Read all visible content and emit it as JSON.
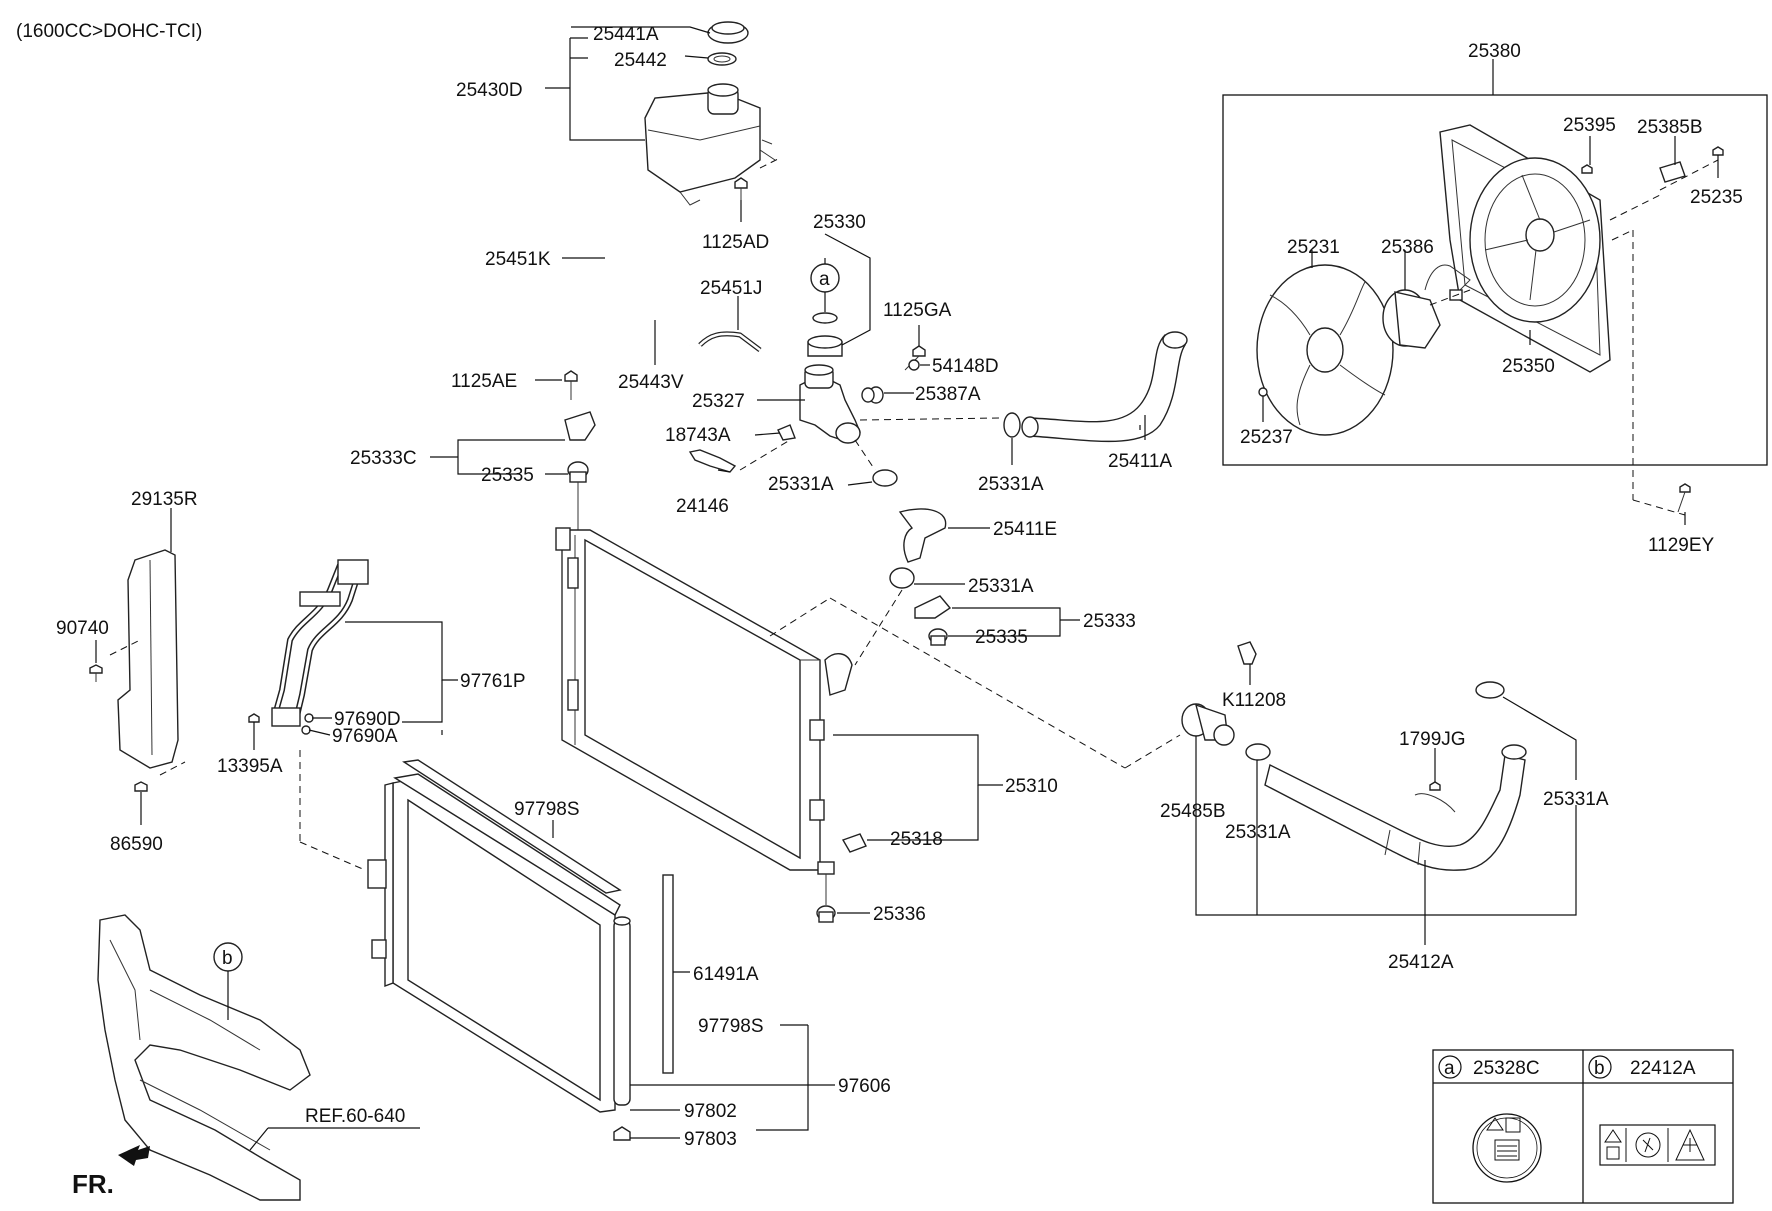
{
  "header": {
    "engine_note": "(1600CC>DOHC-TCI)"
  },
  "labels": {
    "l25441A": "25441A",
    "l25442": "25442",
    "l25430D": "25430D",
    "l1125AD": "1125AD",
    "l25451K": "25451K",
    "l25330": "25330",
    "l25451J": "25451J",
    "l1125GA": "1125GA",
    "l25443V": "25443V",
    "l54148D": "54148D",
    "l1125AE": "1125AE",
    "l25327": "25327",
    "l25387A": "25387A",
    "l18743A": "18743A",
    "l25333C": "25333C",
    "l25335a": "25335",
    "l24146": "24146",
    "l25331A_1": "25331A",
    "l25331A_2": "25331A",
    "l25411A": "25411A",
    "l29135R": "29135R",
    "l25411E": "25411E",
    "l90740": "90740",
    "l25331A_3": "25331A",
    "l25333": "25333",
    "l25335b": "25335",
    "l97761P": "97761P",
    "l97690D": "97690D",
    "l97690A": "97690A",
    "l13395A": "13395A",
    "l86590": "86590",
    "l97798S_1": "97798S",
    "l25310": "25310",
    "l25318": "25318",
    "l25336": "25336",
    "l61491A": "61491A",
    "l97798S_2": "97798S",
    "l97606": "97606",
    "l97802": "97802",
    "l97803": "97803",
    "lRef": "REF.60-640",
    "lFR": "FR.",
    "l25380": "25380",
    "l25395": "25395",
    "l25385B": "25385B",
    "l25235": "25235",
    "l25231": "25231",
    "l25386": "25386",
    "l25350": "25350",
    "l25237": "25237",
    "l1129EY": "1129EY",
    "lK11208": "K11208",
    "l1799JG": "1799JG",
    "l25485B": "25485B",
    "l25331A_4": "25331A",
    "l25331A_5": "25331A",
    "l25412A": "25412A",
    "callout_a": "a",
    "callout_b": "b"
  },
  "legend_box": {
    "a_letter": "a",
    "a_part": "25328C",
    "b_letter": "b",
    "b_part": "22412A"
  }
}
